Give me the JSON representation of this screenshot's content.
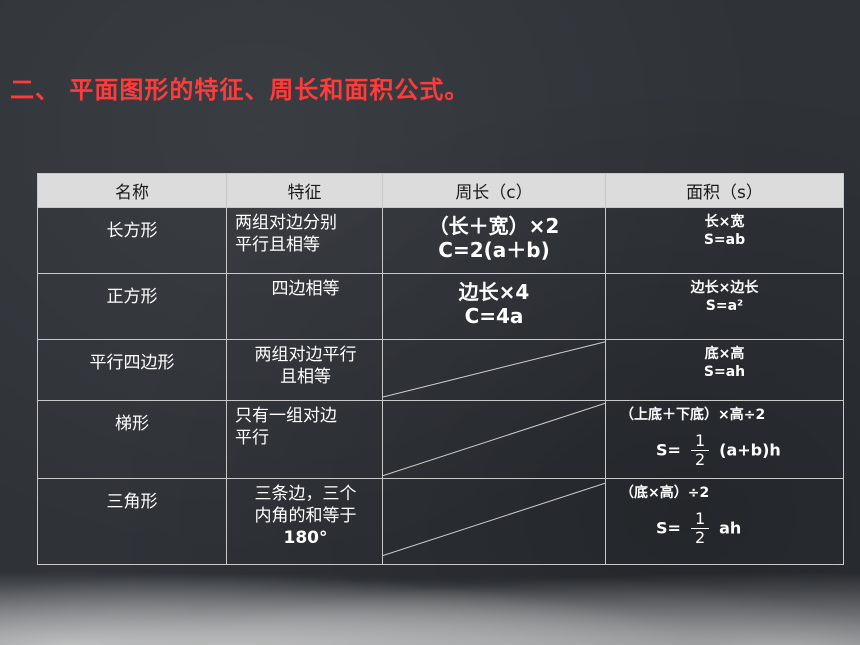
{
  "title": "二、 平面图形的特征、周长和面积公式。",
  "headers": [
    "名称",
    "特征",
    "周长（c）",
    "面积（s）"
  ],
  "rows": [
    {
      "name": "长方形",
      "feature": [
        "两组对边分别",
        "平行且相等"
      ],
      "perimeter": [
        "（长＋宽）×2",
        "C=2(a＋b)"
      ],
      "area": [
        "长×宽",
        "S=ab"
      ]
    },
    {
      "name": "正方形",
      "feature": [
        "四边相等"
      ],
      "perimeter": [
        "边长×4",
        "C=4a"
      ],
      "area": [
        "边长×边长",
        "S=a²"
      ]
    },
    {
      "name": "平行四边形",
      "feature": [
        "两组对边平行",
        "且相等"
      ],
      "area": [
        "底×高",
        "S=ah"
      ]
    },
    {
      "name": "梯形",
      "feature": [
        "只有一组对边",
        "平行"
      ],
      "area": {
        "line1": "（上底＋下底）×高÷2",
        "prefix": "S=",
        "num": "1",
        "den": "2",
        "suffix": "(a+b)h"
      }
    },
    {
      "name": "三角形",
      "feature": [
        "三条边，三个",
        "内角的和等于",
        "180°"
      ],
      "area": {
        "line1": "（底×高）÷2",
        "prefix": "S=",
        "num": "1",
        "den": "2",
        "suffix": "ah"
      }
    }
  ]
}
